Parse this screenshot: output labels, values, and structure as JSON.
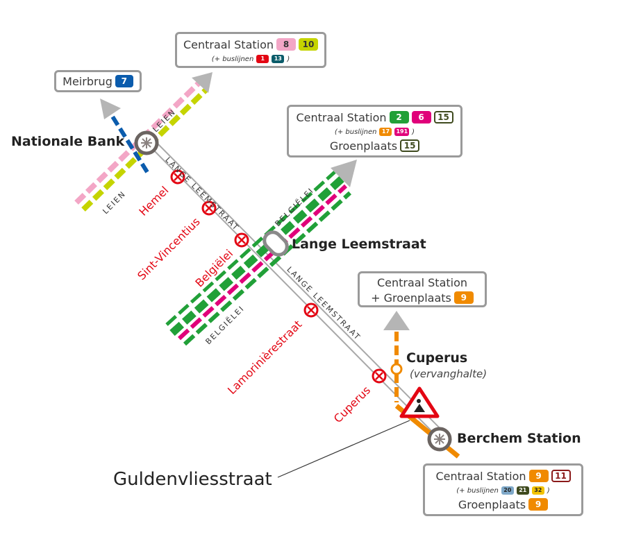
{
  "stops": {
    "nationale_bank": "Nationale Bank",
    "lange_leemstraat": "Lange Leemstraat",
    "cuperus": "Cuperus",
    "cuperus_note": "(vervanghalte)",
    "berchem": "Berchem Station",
    "guldenvlies": "Guldenvliesstraat"
  },
  "closed_stops": {
    "hemel": "Hemel",
    "sint_vincentius": "Sint-Vincentius",
    "belgielei": "Belgiëlei",
    "lamoriniere": "Lamorinièrestraat",
    "cuperus": "Cuperus"
  },
  "streets": {
    "leien": "LEIEN",
    "lange_leemstraat": "LANGE LEEMSTRAAT",
    "belgielei": "BELGIËLEI"
  },
  "boxes": {
    "meirbrug": {
      "dest": "Meirbrug",
      "line": "7"
    },
    "cs_top": {
      "dest": "Centraal Station",
      "lines": [
        "8",
        "10"
      ],
      "bus_prefix": "(+ buslijnen",
      "bus_lines": [
        "1",
        "13"
      ],
      "bus_suffix": ")"
    },
    "cs_mid": {
      "dest": "Centraal Station",
      "lines": [
        "2",
        "6",
        "15"
      ],
      "bus_prefix": "(+ buslijnen",
      "bus_lines": [
        "17",
        "191"
      ],
      "bus_suffix": ")",
      "dest2": "Groenplaats",
      "lines2": [
        "15"
      ]
    },
    "cs_cup": {
      "dest": "Centraal Station",
      "dest_b": "+ Groenplaats",
      "line": "9"
    },
    "cs_ber": {
      "dest": "Centraal Station",
      "lines": [
        "9",
        "11"
      ],
      "bus_prefix": "(+ buslijnen",
      "bus_lines": [
        "20",
        "21",
        "32"
      ],
      "bus_suffix": ")",
      "dest2": "Groenplaats",
      "lines2": [
        "9"
      ]
    }
  },
  "colors": {
    "tram_green": "#21a038",
    "tram_magenta": "#e0007a",
    "tram_orange": "#f08a00",
    "tram_blue": "#0b5cad",
    "tram_pink": "#f3a6c6",
    "tram_lime": "#c5d400",
    "closed_red": "#e30613",
    "arrow_grey": "#b5b5b5",
    "bus_red": "#e30613",
    "bus_teal": "#0b5c6a",
    "bus_orange": "#f08a00",
    "bus_magenta": "#e0007a",
    "bus_lightblue": "#7fa9c9",
    "bus_darkolive": "#3f4a1e",
    "bus_yellow": "#f3c300"
  }
}
